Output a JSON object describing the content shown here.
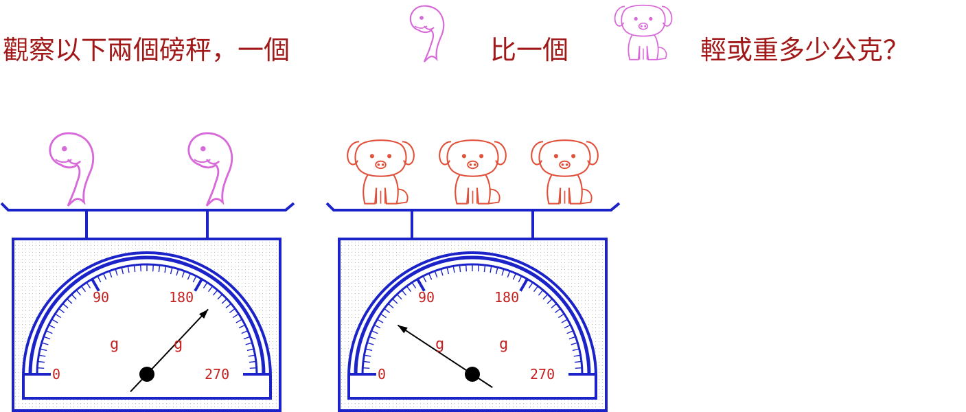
{
  "question": {
    "part1": "觀察以下兩個磅秤，一個",
    "part2": "比一個",
    "part3": "輕或重多少公克？",
    "icon_a": "whale-icon",
    "icon_b": "dog-icon"
  },
  "colors": {
    "question_text": "#a01818",
    "scale_frame": "#1a22c8",
    "dial_label": "#c42020",
    "whale_outline": "#d76ad8",
    "dog_small_outline": "#d76ad8",
    "dog_outline": "#e0503a",
    "needle": "#000000"
  },
  "scales": [
    {
      "animal": "whale-icon",
      "animal_count": 2,
      "dial": {
        "min": 0,
        "max": 270,
        "major_step": 90,
        "minor_step": 5,
        "labels": [
          "0",
          "90",
          "180",
          "270"
        ],
        "unit_labels": [
          "g",
          "g"
        ],
        "needle_value": 200
      }
    },
    {
      "animal": "dog-icon",
      "animal_count": 3,
      "dial": {
        "min": 0,
        "max": 270,
        "major_step": 90,
        "minor_step": 5,
        "labels": [
          "0",
          "90",
          "180",
          "270"
        ],
        "unit_labels": [
          "g",
          "g"
        ],
        "needle_value": 50
      }
    }
  ]
}
